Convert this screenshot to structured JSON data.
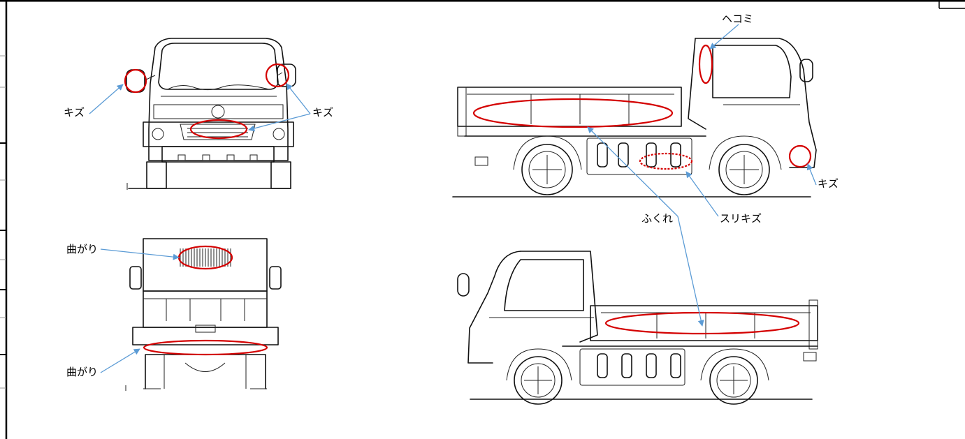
{
  "colors": {
    "marker": "#d40000",
    "leader": "#5b9bd5",
    "line": "#111111",
    "background": "#ffffff"
  },
  "labels": {
    "kizu_front_left": "キズ",
    "kizu_front_right": "キズ",
    "hekomi": "ヘコミ",
    "kizu_side": "キズ",
    "fukure": "ふくれ",
    "surikizu": "スリキズ",
    "magari_top": "曲がり",
    "magari_bottom": "曲がり"
  }
}
